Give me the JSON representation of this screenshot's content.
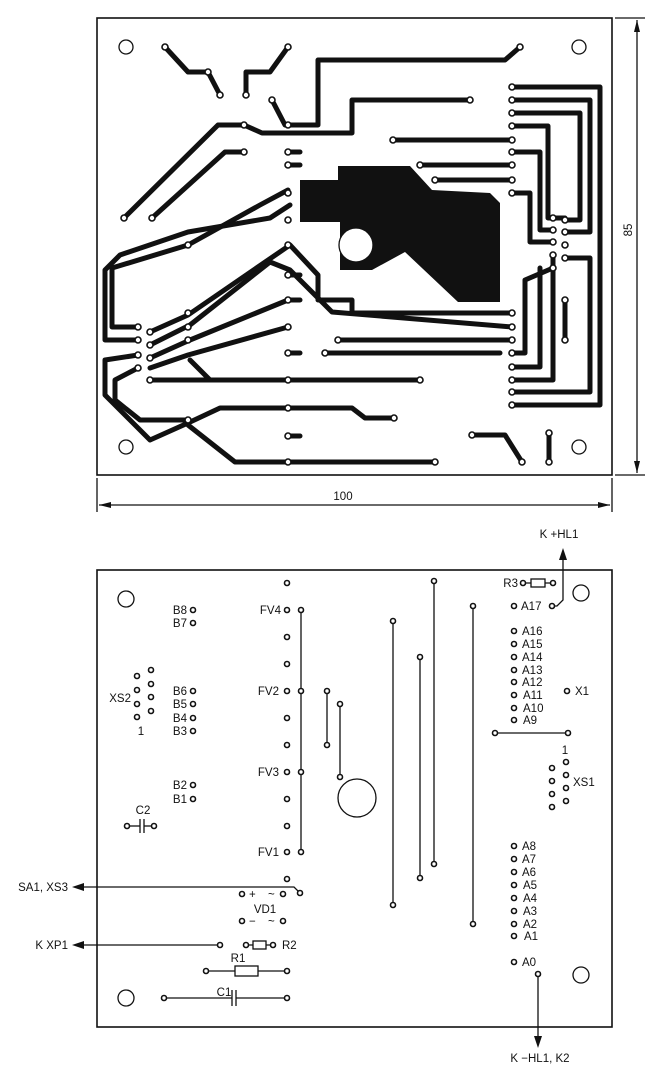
{
  "top_view": {
    "dimension_width": "100",
    "dimension_height": "85"
  },
  "bottom_view": {
    "connector_labels": {
      "xs2": "XS2",
      "xs2_pin1": "1",
      "xs1": "XS1",
      "xs1_pin1": "1",
      "x1": "X1"
    },
    "b_labels": [
      "B8",
      "B7",
      "B6",
      "B5",
      "B4",
      "B3",
      "B2",
      "B1"
    ],
    "fv_labels": [
      "FV4",
      "FV2",
      "FV3",
      "FV1"
    ],
    "a_labels": [
      "A17",
      "A16",
      "A15",
      "A14",
      "A13",
      "A12",
      "A11",
      "A10",
      "A9",
      "A8",
      "A7",
      "A6",
      "A5",
      "A4",
      "A3",
      "A2",
      "A1",
      "A0"
    ],
    "components": {
      "c1": "C1",
      "c2": "C2",
      "r1": "R1",
      "r2": "R2",
      "r3": "R3",
      "vd1": "VD1",
      "vd1_plus": "+",
      "vd1_minus": "−",
      "vd1_ac": "~"
    },
    "external": {
      "sa1_xs3": "SA1, XS3",
      "k_xp1": "K XP1",
      "k_plus_hl1": "K +HL1",
      "k_minus_hl1_k2": "K −HL1, K2"
    }
  }
}
